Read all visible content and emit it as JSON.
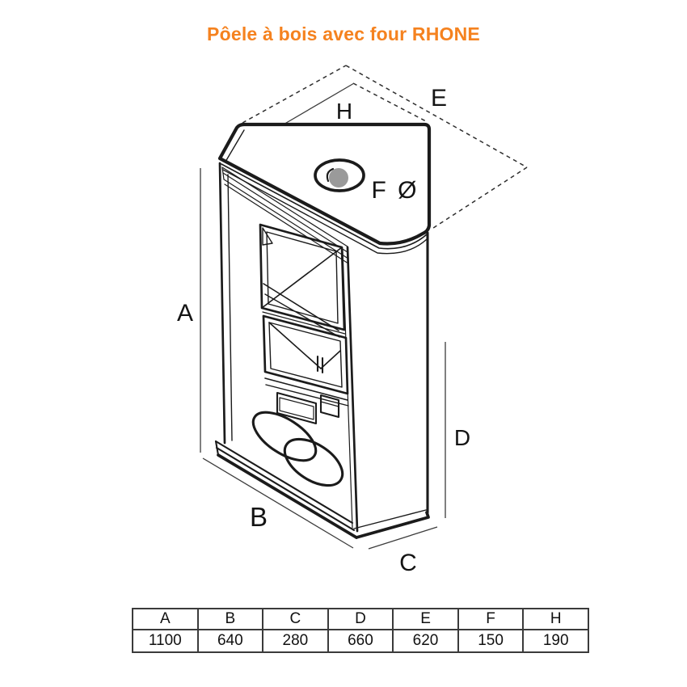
{
  "title": {
    "text": "Pôele à bois avec four RHONE",
    "color": "#f5821f"
  },
  "drawing": {
    "caption_labels": {
      "A": "A",
      "B": "B",
      "C": "C",
      "D": "D",
      "E": "E",
      "H": "H",
      "F": "F Ø"
    },
    "colors": {
      "line": "#1b1b1b",
      "dimension_line": "#3c3c3c",
      "flue_dot": "#9a9a9a",
      "title": "#f5821f"
    }
  },
  "table": {
    "headers": [
      "A",
      "B",
      "C",
      "D",
      "E",
      "F",
      "H"
    ],
    "values": [
      "1100",
      "640",
      "280",
      "660",
      "620",
      "150",
      "190"
    ]
  }
}
